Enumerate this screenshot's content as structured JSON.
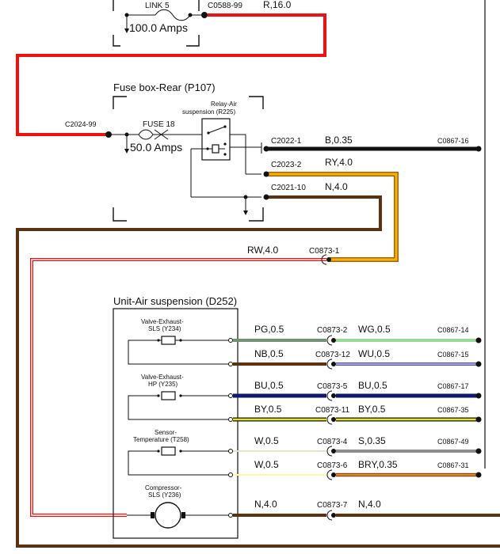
{
  "colors": {
    "red": "#ee1111",
    "black": "#111111",
    "brown": "#5a3210",
    "gold": "#e8a000",
    "pale": "#fff6b0",
    "green": "#2db82d",
    "navy": "#101a6a",
    "yellow": "#e6e600",
    "grey": "#8c8c8c",
    "orange": "#d07a20"
  },
  "link5": {
    "label": "LINK 5",
    "rating": "100.0 Amps",
    "connector": "C0588-99",
    "wire": "R,16.0"
  },
  "fusebox": {
    "title": "Fuse box-Rear (P107)",
    "fuse_label": "FUSE 18",
    "fuse_rating": "50.0 Amps",
    "relay_line1": "Relay-Air",
    "relay_line2": "suspension (R225)",
    "in_connector": "C2024-99",
    "out1_connector": "C2022-1",
    "out1_wire": "B,0.35",
    "out1_end": "C0867-16",
    "out2_connector": "C2023-2",
    "out2_wire": "RY,4.0",
    "out3_connector": "C2021-10",
    "out3_wire": "N,4.0"
  },
  "feed": {
    "wire": "RW,4.0",
    "connector": "C0873-1"
  },
  "unit": {
    "title": "Unit-Air suspension (D252)",
    "components": [
      {
        "line1": "Valve-Exhaust-",
        "line2": "SLS (Y234)"
      },
      {
        "line1": "Valve-Exhaust-",
        "line2": "HP (Y235)"
      },
      {
        "line1": "Sensor-",
        "line2": "Temperature (T258)"
      },
      {
        "line1": "Compressor-",
        "line2": "SLS (Y236)"
      }
    ],
    "rows": [
      {
        "left_wire": "PG,0.5",
        "connector": "C0873-2",
        "right_wire": "WG,0.5",
        "end": "C0867-14"
      },
      {
        "left_wire": "NB,0.5",
        "connector": "C0873-12",
        "right_wire": "WU,0.5",
        "end": "C0867-15"
      },
      {
        "left_wire": "BU,0.5",
        "connector": "C0873-5",
        "right_wire": "BU,0.5",
        "end": "C0867-17"
      },
      {
        "left_wire": "BY,0.5",
        "connector": "C0873-11",
        "right_wire": "BY,0.5",
        "end": "C0867-35"
      },
      {
        "left_wire": "W,0.5",
        "connector": "C0873-4",
        "right_wire": "S,0.35",
        "end": "C0867-49"
      },
      {
        "left_wire": "W,0.5",
        "connector": "C0873-6",
        "right_wire": "BRY,0.35",
        "end": "C0867-31"
      },
      {
        "left_wire": "N,4.0",
        "connector": "C0873-7",
        "right_wire": "N,4.0",
        "end": ""
      }
    ]
  }
}
